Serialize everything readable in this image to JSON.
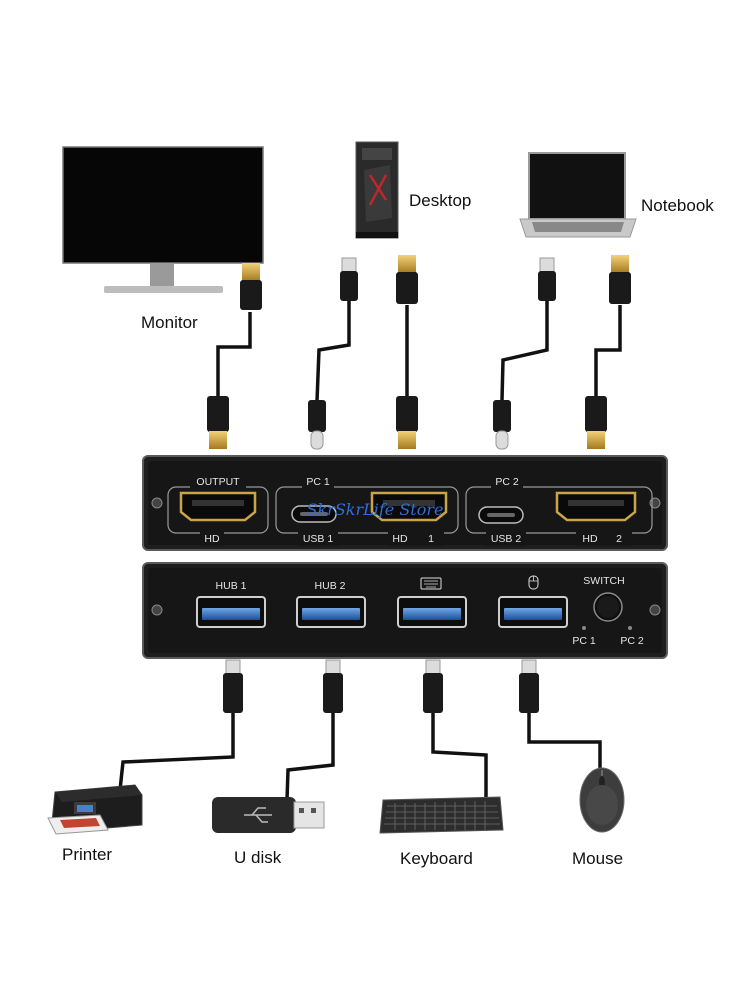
{
  "devices": {
    "monitor": {
      "label": "Monitor"
    },
    "desktop": {
      "label": "Desktop"
    },
    "notebook": {
      "label": "Notebook"
    },
    "printer": {
      "label": "Printer"
    },
    "udisk": {
      "label": "U disk"
    },
    "keyboard": {
      "label": "Keyboard"
    },
    "mouse": {
      "label": "Mouse"
    }
  },
  "top_panel": {
    "output_label": "OUTPUT",
    "output_hd": "HD",
    "pc1_label": "PC 1",
    "pc1_usb": "USB 1",
    "pc1_hd": "HD",
    "pc1_num": "1",
    "pc2_label": "PC 2",
    "pc2_usb": "USB 2",
    "pc2_hd": "HD",
    "pc2_num": "2"
  },
  "bottom_panel": {
    "hub1": "HUB  1",
    "hub2": "HUB  2",
    "switch": "SWITCH",
    "led1": "PC 1",
    "led2": "PC 2",
    "keyboard_icon": "keyboard-icon",
    "mouse_icon": "mouse-icon"
  },
  "watermark": "SkrSkrLife Store"
}
